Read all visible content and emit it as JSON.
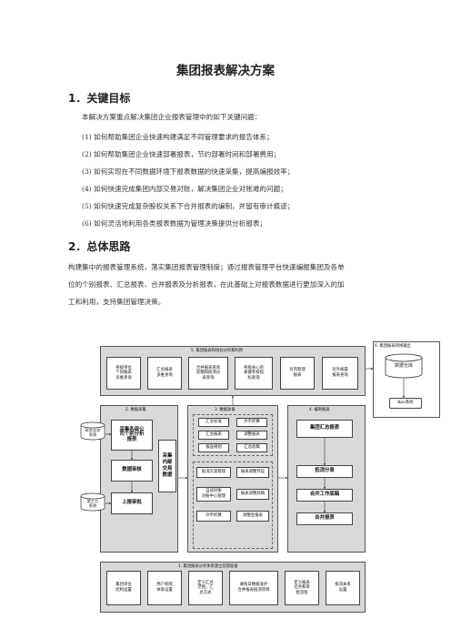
{
  "title": "集团报表解决方案",
  "sections": [
    {
      "heading": "1．关键目标"
    },
    {
      "heading": "2．总体思路"
    }
  ],
  "goals_intro": "本解决方案重点解决集团企业报表管理中的如下关键问题：",
  "goals": [
    "(1)  如何帮助集团企业快速构建满足不同管理要求的报告体系；",
    "(2)  如何帮助集团企业快速部署报表，节约部署时间和部署费用；",
    "(3)  如何实现在不同数据环境下报表数据的快速采集，提高编报效率；",
    "(4)  如何快速完成集团内部交易对账，解决集团企业对账难的问题；",
    "(5)  如何快速完成复杂股权关系下合并报表的编制，并留有审计痕迹；",
    "(6)  如何灵活地利用各类报表数据为管理决策提供分析报表；"
  ],
  "approach": [
    "构建集中的报表管理系统，落实集团报表管理制度；通过报表管理平台快速编报集团及各单",
    "位的个别报表、汇总报表、合并报表及分析报表，在此基础上对报表数据进行更加深入的加",
    "工和利用，支持集团管理决策。"
  ],
  "diagram": {
    "panel5": {
      "title": "5. 集团报表和指标分析和利用",
      "boxes": [
        "各级单位\n个别报表\n多维查询",
        "汇总报表\n多维查询",
        "合并报表查询\n底稿和抵消分\n录查询",
        "各级关心的\n关键考核指\n标查询",
        "对内管理\n报表",
        "对外披露\n报表查询"
      ]
    },
    "panel6": {
      "title": "6. 集团报表转换输出",
      "db": "数据仓库",
      "bpo": "Bpo系统"
    },
    "panel2": {
      "title": "2. 数据采集",
      "boxes": [
        "采集各级公\n司个别分析\n报表",
        "数据审核",
        "上报审批"
      ]
    },
    "external": [
      "财务业务\n系统",
      "第三方\n系统"
    ],
    "collect": "采集\n内部\n交易\n数据",
    "panel3": {
      "title": "3. 数据准备",
      "top": [
        "汇总标准",
        "外币折算",
        "汇总报表",
        "调整报表",
        "报送规划",
        "汇总底稿"
      ],
      "bottom": [
        "抵消方案管理",
        "报表调整凭证",
        "自动对账\n对账中心管理",
        "报表调整底稿",
        "外币折算",
        "调整后报表"
      ]
    },
    "panel4": {
      "title": "4. 编制报表",
      "boxes": [
        "集团汇总报表",
        "抵消分录",
        "合并工作底稿",
        "合并报表"
      ]
    },
    "panel1": {
      "title": "1. 集团报表分析体系建立前期准备",
      "boxes": [
        "集团单位\n结构设置",
        "用户权限\n体系设置",
        "定义汇总\n范围，汇\n总方式",
        "收购日数据准护\n合并报表抵消项目",
        "定义报表\n任务和审\n批流程",
        "抵消关系\n设置"
      ]
    }
  }
}
